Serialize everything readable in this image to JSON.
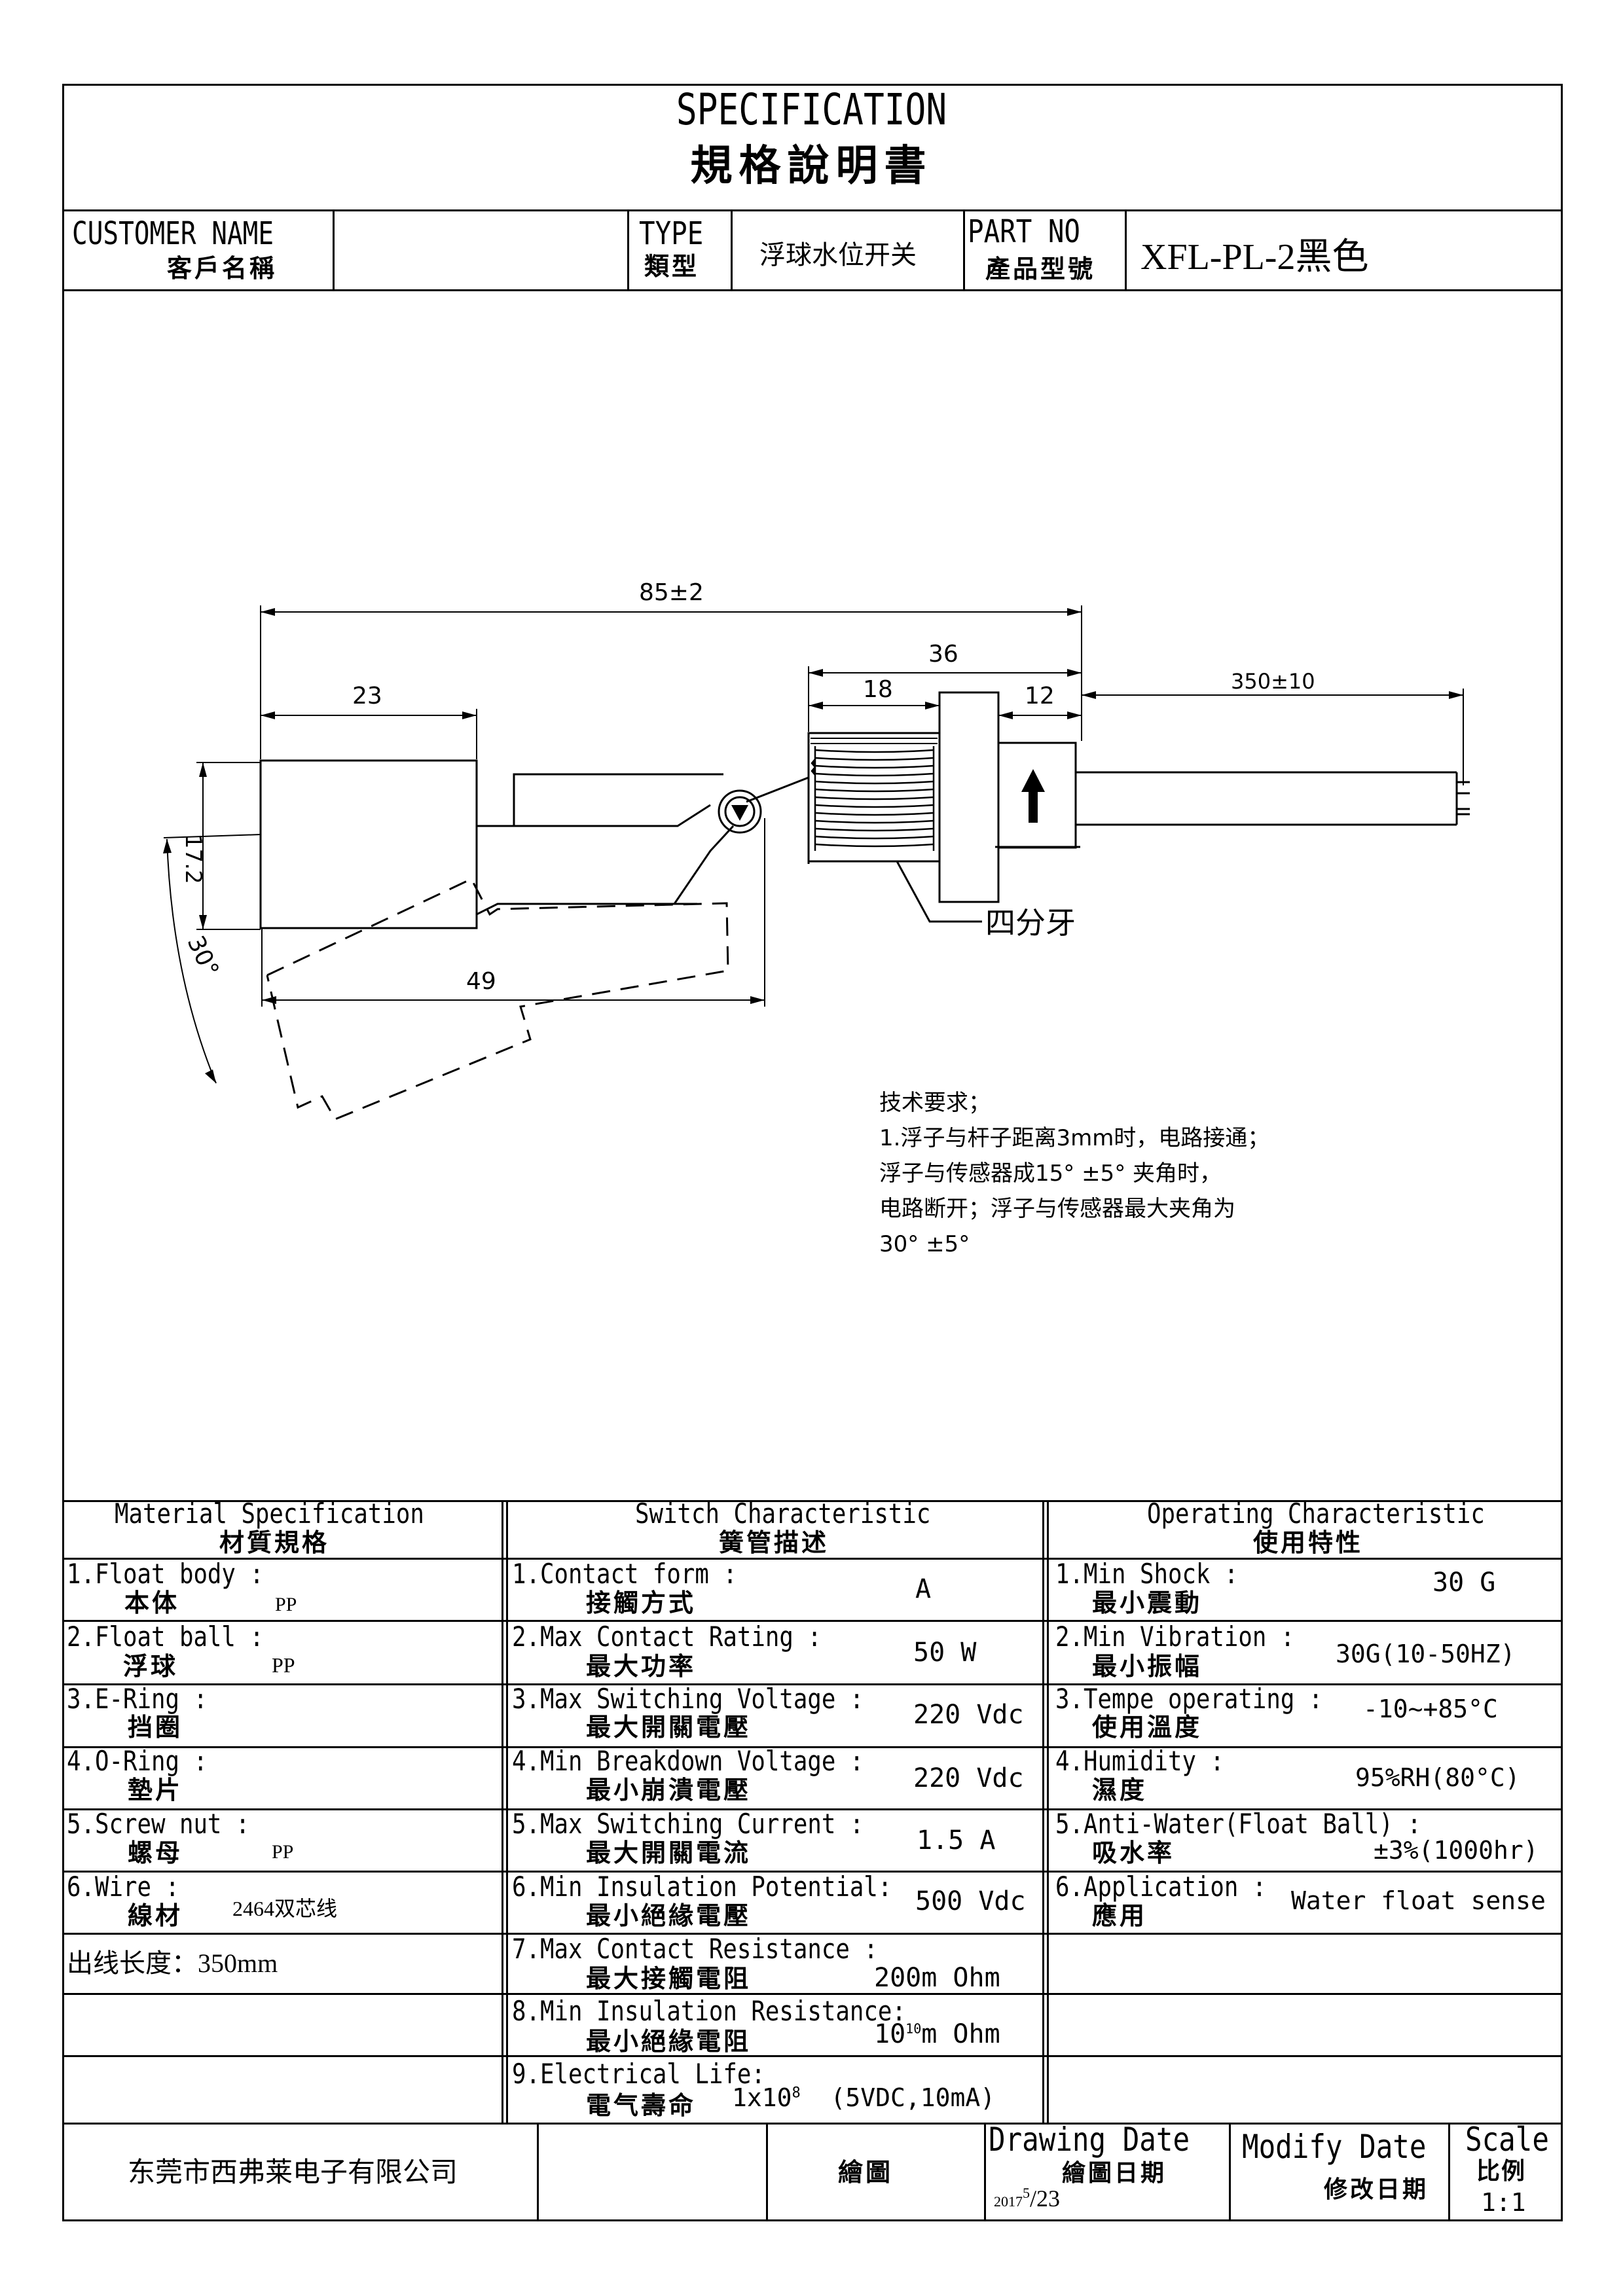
{
  "header": {
    "title_en": "SPECIFICATION",
    "title_cn": "規格說明書"
  },
  "info": {
    "customer_label_en": "CUSTOMER NAME",
    "customer_label_cn": "客戶名稱",
    "customer_value": "",
    "type_label_en": "TYPE",
    "type_label_cn": "類型",
    "type_value": "浮球水位开关",
    "part_label_en": "PART NO",
    "part_label_cn": "產品型號",
    "part_value": "XFL-PL-2黑色"
  },
  "drawing": {
    "dim_total": "85±2",
    "dim_23": "23",
    "dim_36": "36",
    "dim_18": "18",
    "dim_12": "12",
    "dim_cable": "350±10",
    "dim_height": "17.2",
    "dim_angle": "30°",
    "dim_49": "49",
    "thread_label": "四分牙"
  },
  "notes": [
    "技术要求；",
    "1.浮子与杆子距离3mm时，电路接通；",
    "浮子与传感器成15° ±5° 夹角时，",
    "电路断开；浮子与传感器最大夹角为",
    "30° ±5°"
  ],
  "spec": {
    "material": {
      "title_en": "Material  Specification",
      "title_cn": "材質規格",
      "rows": [
        {
          "en": "1.Float body :",
          "cn": "本体",
          "value": "PP"
        },
        {
          "en": "2.Float ball :",
          "cn": "浮球",
          "value": "PP"
        },
        {
          "en": "3.E-Ring :",
          "cn": "挡圈",
          "value": ""
        },
        {
          "en": "4.O-Ring :",
          "cn": "墊片",
          "value": ""
        },
        {
          "en": "5.Screw nut :",
          "cn": "螺母",
          "value": "PP"
        },
        {
          "en": "6.Wire :",
          "cn": "線材",
          "value": "2464双芯线"
        },
        {
          "en": "出线长度：350mm",
          "cn": "",
          "value": ""
        }
      ]
    },
    "switch": {
      "title_en": "Switch Characteristic",
      "title_cn": "簧管描述",
      "rows": [
        {
          "en": "1.Contact form :",
          "cn": "接觸方式",
          "value": "A"
        },
        {
          "en": "2.Max Contact Rating :",
          "cn": "最大功率",
          "value": "50 W"
        },
        {
          "en": "3.Max Switching Voltage :",
          "cn": "最大開關電壓",
          "value": "220 Vdc"
        },
        {
          "en": "4.Min Breakdown Voltage :",
          "cn": "最小崩潰電壓",
          "value": "220 Vdc"
        },
        {
          "en": "5.Max Switching Current :",
          "cn": "最大開關電流",
          "value": "1.5 A"
        },
        {
          "en": "6.Min Insulation Potential:",
          "cn": "最小絕緣電壓",
          "value": "500 Vdc"
        },
        {
          "en": "7.Max Contact Resistance :",
          "cn": "最大接觸電阻",
          "value": "200m Ohm"
        },
        {
          "en": "8.Min Insulation Resistance:",
          "cn": "最小絕緣電阻",
          "value_base": "10",
          "value_exp": "10",
          "value_unit": "m Ohm"
        },
        {
          "en": "9.Electrical Life:",
          "cn": "電气壽命",
          "value_base": "1x10",
          "value_exp": "8",
          "value_unit": "(5VDC,10mA)"
        }
      ]
    },
    "operating": {
      "title_en": "Operating Characteristic",
      "title_cn": "使用特性",
      "rows": [
        {
          "en": "1.Min Shock :",
          "cn": "最小震動",
          "value": "30 G"
        },
        {
          "en": "2.Min Vibration :",
          "cn": "最小振幅",
          "value": "30G(10-50HZ)"
        },
        {
          "en": "3.Tempe operating :",
          "cn": "使用溫度",
          "value": "-10~+85°C"
        },
        {
          "en": "4.Humidity :",
          "cn": "濕度",
          "value": "95%RH(80°C)"
        },
        {
          "en": "5.Anti-Water(Float Ball) :",
          "cn": "吸水率",
          "value": "±3%(1000hr)"
        },
        {
          "en": "6.Application :",
          "cn": "應用",
          "value": "Water float sense"
        }
      ]
    }
  },
  "footer": {
    "company": "东莞市西弗莱电子有限公司",
    "drawn_label": "繪圖",
    "drawing_date_en": "Drawing Date",
    "drawing_date_cn": "繪圖日期",
    "date_year": "2017",
    "date_month": "5",
    "date_day": "/23",
    "modify_date_en": "Modify Date",
    "modify_date_cn": "修改日期",
    "scale_en": "Scale",
    "scale_cn": "比例",
    "scale_value": "1:1"
  }
}
